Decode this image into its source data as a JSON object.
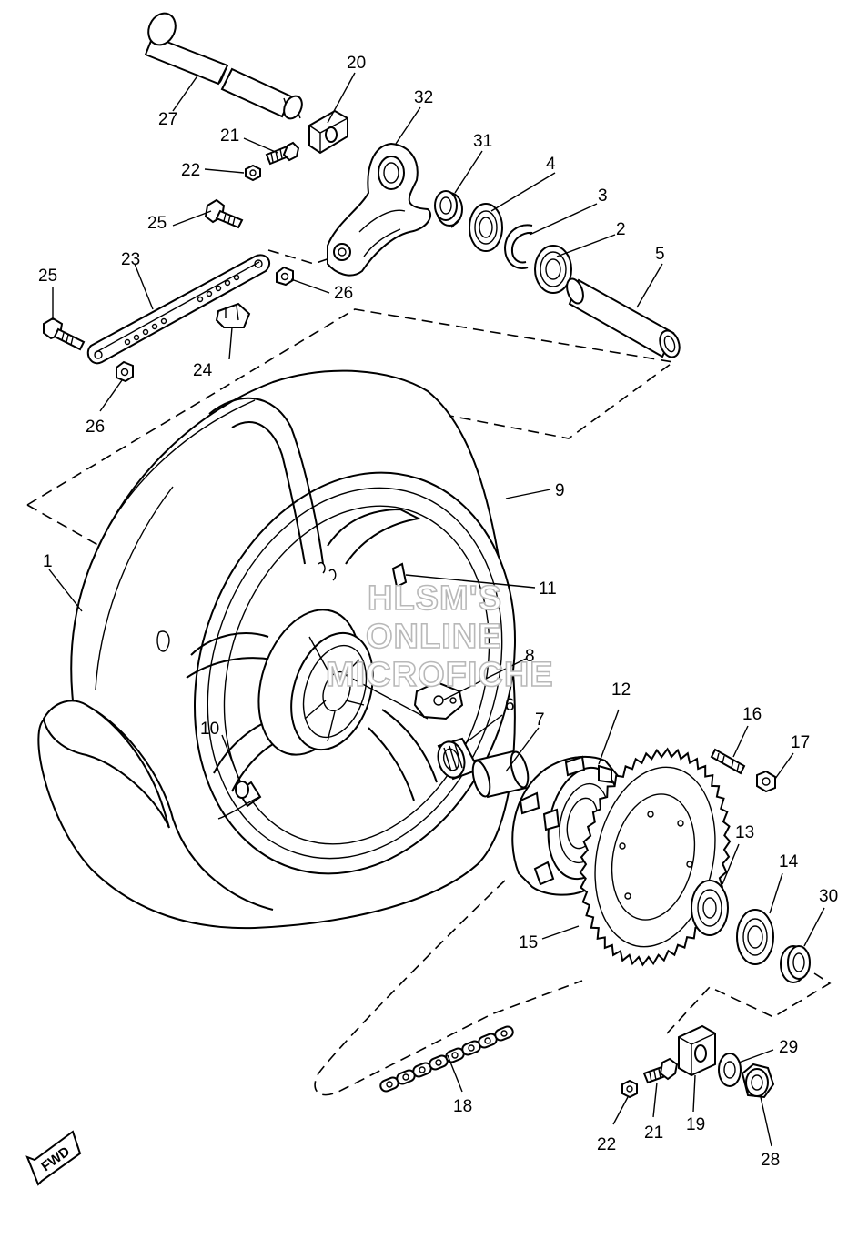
{
  "callouts": {
    "c1": "1",
    "c2": "2",
    "c3": "3",
    "c4": "4",
    "c5": "5",
    "c6": "6",
    "c7": "7",
    "c8": "8",
    "c9": "9",
    "c10": "10",
    "c11": "11",
    "c12": "12",
    "c13": "13",
    "c14": "14",
    "c15": "15",
    "c16": "16",
    "c17": "17",
    "c18": "18",
    "c19": "19",
    "c20": "20",
    "c21a": "21",
    "c21b": "21",
    "c22a": "22",
    "c22b": "22",
    "c23": "23",
    "c24": "24",
    "c25a": "25",
    "c25b": "25",
    "c26a": "26",
    "c26b": "26",
    "c27": "27",
    "c28": "28",
    "c29": "29",
    "c30": "30",
    "c31": "31",
    "c32": "32"
  },
  "watermark": {
    "line1": "HLSM'S",
    "line2": "ONLINE",
    "line3": "MICROFICHE"
  },
  "fwd_label": "FWD"
}
